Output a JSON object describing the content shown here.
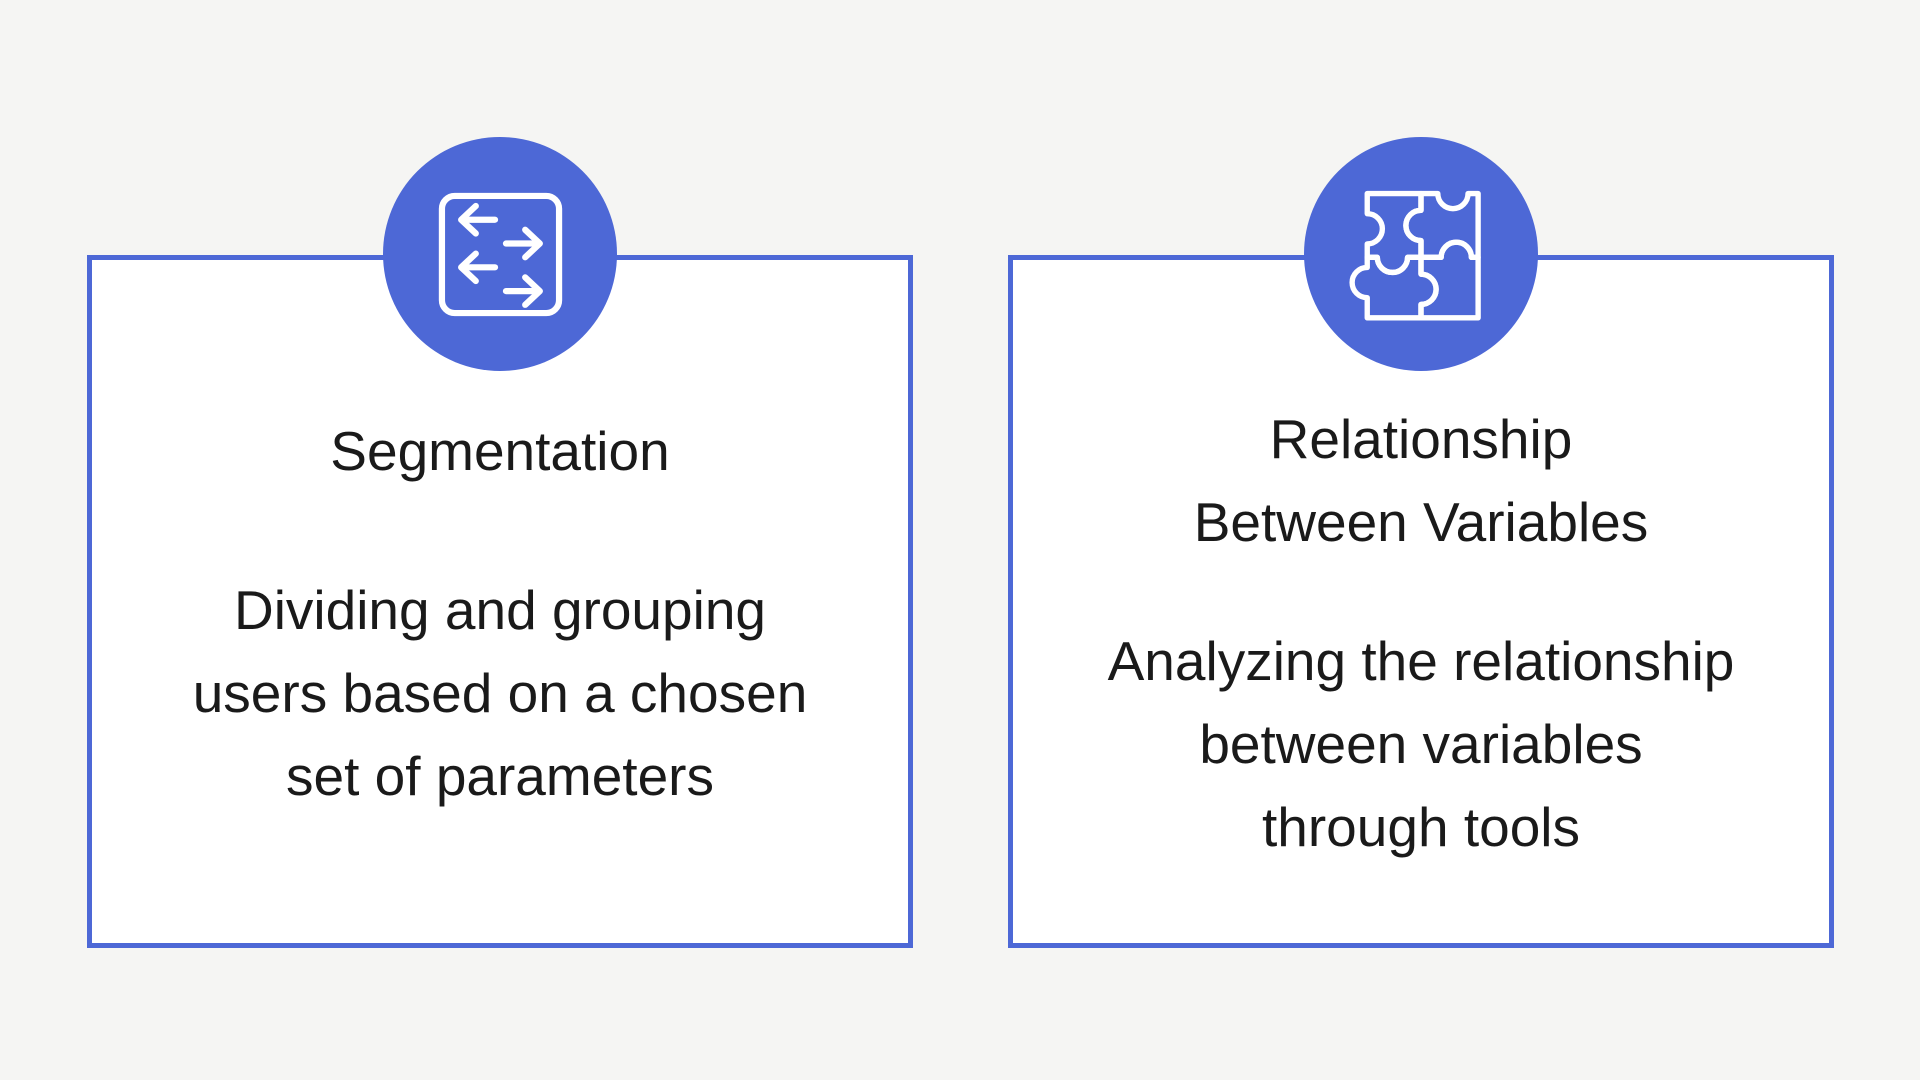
{
  "canvas": {
    "background": "#F5F5F3",
    "accent": "#4D68D6",
    "card_background": "#FFFFFF",
    "text_color": "#1A1A1A",
    "icon_stroke": "#FFFFFF"
  },
  "cards": [
    {
      "icon": "split-arrows-icon",
      "title": "Segmentation",
      "description": "Dividing and grouping\nusers based on a chosen\nset of parameters"
    },
    {
      "icon": "puzzle-icon",
      "title": "Relationship\nBetween Variables",
      "description": "Analyzing the relationship\nbetween variables\nthrough tools"
    }
  ]
}
